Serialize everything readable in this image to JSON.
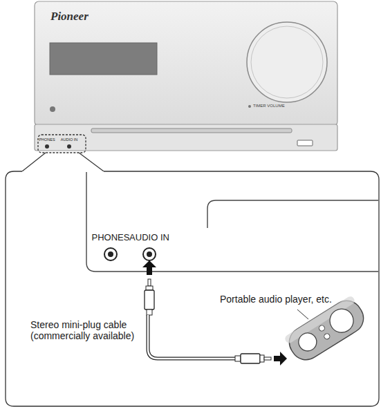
{
  "diagram": {
    "nodes": [
      {
        "text": [
          "Pioneer",
          "TIMER VOLUME",
          "PHONES",
          "AUDIO IN"
        ]
      },
      {
        "text": [
          "PHONES",
          "AUDIO IN",
          "Portable audio player, etc.",
          "Stereo mini-plug cable (commercially available)"
        ]
      }
    ]
  }
}
